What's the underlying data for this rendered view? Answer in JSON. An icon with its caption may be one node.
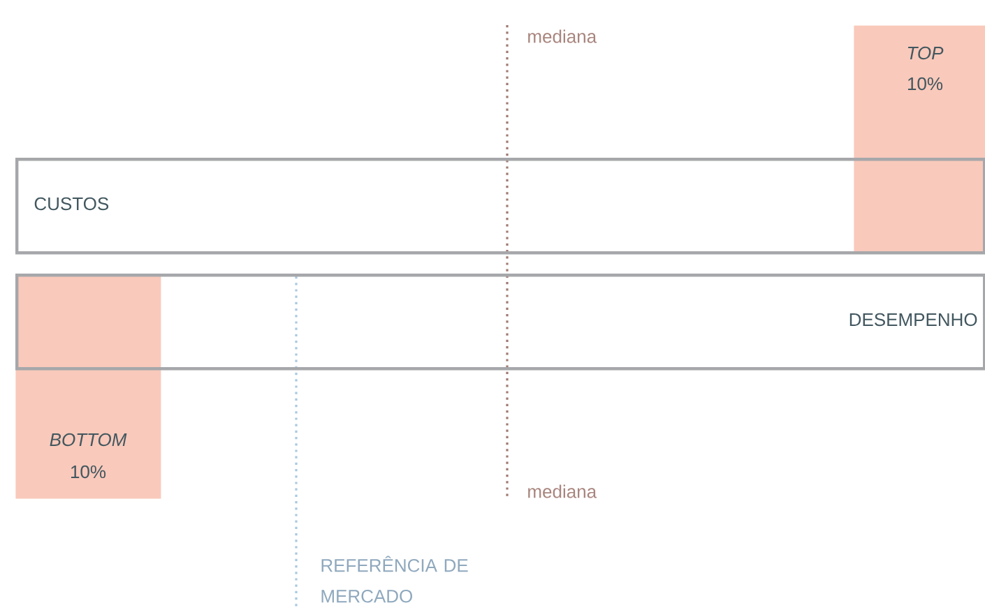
{
  "diagram": {
    "nodes": [
      {
        "text": [
          "TOP",
          "10%"
        ]
      },
      {
        "text": [
          "CUSTOS"
        ]
      },
      {
        "text": [
          "DESEMPENHO"
        ]
      },
      {
        "text": [
          "BOTTOM",
          "10%"
        ]
      }
    ],
    "labels": [
      "mediana",
      "mediana",
      "REFERÊNCIA DE MERCADO"
    ]
  }
}
